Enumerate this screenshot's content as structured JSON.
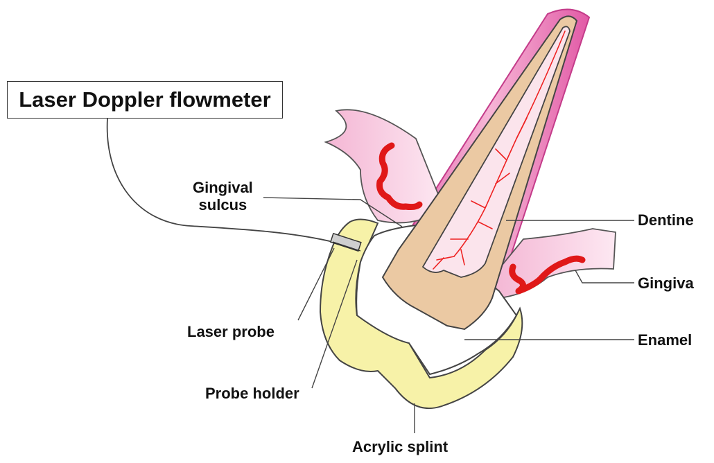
{
  "title": "Laser Doppler flowmeter",
  "labels": {
    "gingival_sulcus_line1": "Gingival",
    "gingival_sulcus_line2": "sulcus",
    "dentine": "Dentine",
    "gingiva": "Gingiva",
    "enamel": "Enamel",
    "laser_probe": "Laser probe",
    "probe_holder": "Probe holder",
    "acrylic_splint": "Acrylic splint"
  },
  "colors": {
    "gingiva_fill": "#f7cde3",
    "gingiva_edge": "#d94f9c",
    "dentine_fill": "#ebc9a3",
    "pulp_fill": "#fbe4ec",
    "vessel": "#ee1111",
    "splint_fill": "#f7f2a8",
    "outline": "#333333"
  }
}
